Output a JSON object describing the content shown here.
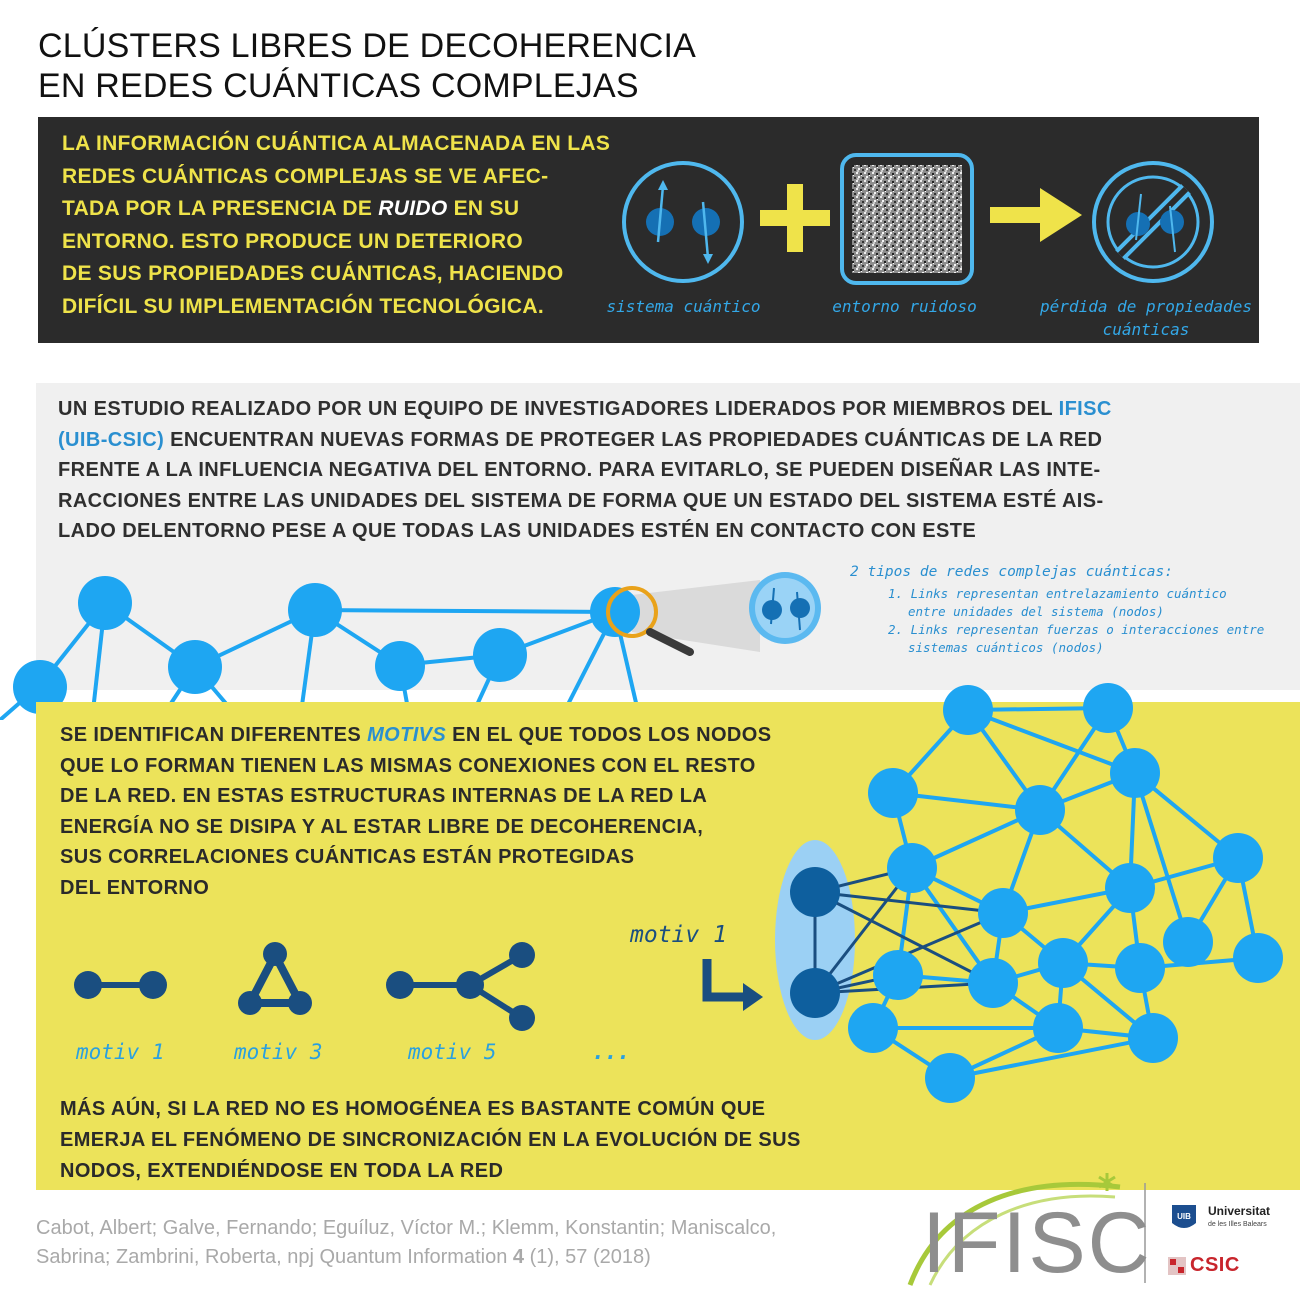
{
  "title": {
    "line1": "CLÚSTERS LIBRES DE DECOHERENCIA",
    "line2": "EN REDES CUÁNTICAS COMPLEJAS"
  },
  "top_panel": {
    "lines": [
      "LA INFORMACIÓN CUÁNTICA ALMACENADA EN LAS",
      "REDES CUÁNTICAS COMPLEJAS SE VE AFEC-"
    ],
    "line3_before": "TADA POR LA PRESENCIA DE ",
    "line3_emph": "RUIDO",
    "line3_after": " EN SU",
    "lines_rest": [
      "ENTORNO. ESTO PRODUCE UN DETERIORO",
      "DE SUS PROPIEDADES CUÁNTICAS, HACIENDO",
      "DIFÍCIL SU IMPLEMENTACIÓN TECNOLÓGICA."
    ],
    "captions": {
      "system": "sistema cuántico",
      "environment": "entorno ruidoso",
      "loss_line1": "pérdida de propiedades",
      "loss_line2": "cuánticas"
    }
  },
  "mid_panel": {
    "line1_before": "UN ESTUDIO REALIZADO POR UN EQUIPO DE INVESTIGADORES LIDERADOS POR MIEMBROS DEL ",
    "line1_link": "IFISC",
    "line2_link": "(UIB-CSIC)",
    "line2_after": " ENCUENTRAN NUEVAS FORMAS DE PROTEGER LAS PROPIEDADES CUÁNTICAS DE LA RED",
    "lines_rest": [
      "FRENTE A LA INFLUENCIA NEGATIVA DEL ENTORNO. PARA EVITARLO, SE PUEDEN DISEÑAR LAS INTE-",
      "RACCIONES ENTRE LAS UNIDADES DEL SISTEMA DE FORMA QUE UN ESTADO DEL SISTEMA ESTÉ AIS-",
      "LADO DELENTORNO PESE A QUE TODAS LAS UNIDADES ESTÉN EN CONTACTO CON ESTE"
    ],
    "types": {
      "head": "2 tipos de redes complejas cuánticas:",
      "item1_l1": "1. Links representan entrelazamiento cuántico",
      "item1_l2": "entre unidades del sistema (nodos)",
      "item2_l1": "2. Links representan fuerzas o interacciones entre",
      "item2_l2": "sistemas cuánticos (nodos)"
    }
  },
  "yellow_panel": {
    "line1_before": "SE IDENTIFICAN DIFERENTES ",
    "line1_emph": "MOTIVS",
    "line1_after": " EN EL QUE TODOS LOS NODOS",
    "lines_rest": [
      "QUE LO FORMAN TIENEN LAS MISMAS CONEXIONES CON EL RESTO",
      "DE LA RED. EN ESTAS ESTRUCTURAS INTERNAS DE LA RED LA",
      "ENERGÍA NO SE DISIPA Y AL ESTAR LIBRE DE DECOHERENCIA,",
      "SUS CORRELACIONES CUÁNTICAS ESTÁN PROTEGIDAS",
      "DEL ENTORNO"
    ],
    "motif_labels": [
      "motiv 1",
      "motiv 3",
      "motiv 5",
      "..."
    ],
    "network_label": "motiv 1",
    "bottom_lines": [
      "MÁS AÚN, SI LA RED NO ES HOMOGÉNEA ES BASTANTE COMÚN QUE",
      "EMERJA EL FENÓMENO DE SINCRONIZACIÓN EN LA EVOLUCIÓN DE SUS",
      "NODOS, EXTENDIÉNDOSE EN TODA LA RED"
    ]
  },
  "citation": {
    "line1": "Cabot, Albert; Galve, Fernando; Eguíluz, Víctor M.; Klemm, Konstantin; Maniscalco,",
    "line2_before": "Sabrina; Zambrini, Roberta, npj Quantum Information ",
    "line2_bold": "4",
    "line2_after": " (1), 57 (2018)"
  },
  "logos": {
    "ifisc": "IFISC",
    "uib_badge": "UIB",
    "uib_name": "Universitat",
    "uib_sub": "de les Illes Balears",
    "csic": "CSIC"
  },
  "colors": {
    "dark_panel": "#2b2b2b",
    "yellow_text": "#efe34a",
    "yellow_panel": "#ece35a",
    "light_panel": "#f0f0f0",
    "node_blue": "#1ea6f2",
    "dark_node": "#0e5f9e",
    "accent_blue": "#2a8fd0",
    "csic_red": "#c8252c",
    "ifisc_green": "#a7c93a"
  }
}
